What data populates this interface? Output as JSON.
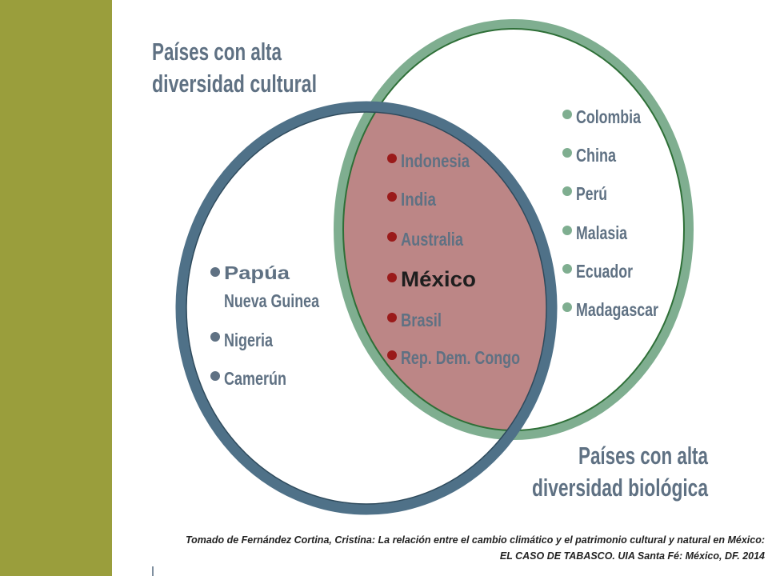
{
  "colors": {
    "side_bar": "#9a9e3c",
    "cultural_ring": "#4f7188",
    "biological_ring": "#7fae90",
    "intersection_fill": "#bc8686",
    "label_text": "#5f7183",
    "cultural_dot": "#5f7183",
    "biological_dot": "#7fae90",
    "intersection_dot": "#9a1a1a"
  },
  "sets": {
    "cultural": {
      "title_line1": "Países con alta",
      "title_line2": "diversidad cultural",
      "only_items": [
        {
          "lines": [
            "Papúa",
            "Nueva Guinea"
          ]
        },
        {
          "lines": [
            "Nigeria"
          ]
        },
        {
          "lines": [
            "Camerún"
          ]
        }
      ]
    },
    "biological": {
      "title_line1": "Países con alta",
      "title_line2": "diversidad biológica",
      "only_items": [
        "Colombia",
        "China",
        "Perú",
        "Malasia",
        "Ecuador",
        "Madagascar"
      ]
    },
    "intersection": {
      "items": [
        "Indonesia",
        "India",
        "Australia",
        "México",
        "Brasil",
        "Rep. Dem. Congo"
      ],
      "highlighted": "México"
    }
  },
  "caption": {
    "line1": "Tomado de Fernández Cortina, Cristina: La relación entre el cambio climático y el patrimonio cultural y natural en México:",
    "line2": "EL CASO DE TABASCO. UIA Santa Fé: México, DF. 2014"
  }
}
